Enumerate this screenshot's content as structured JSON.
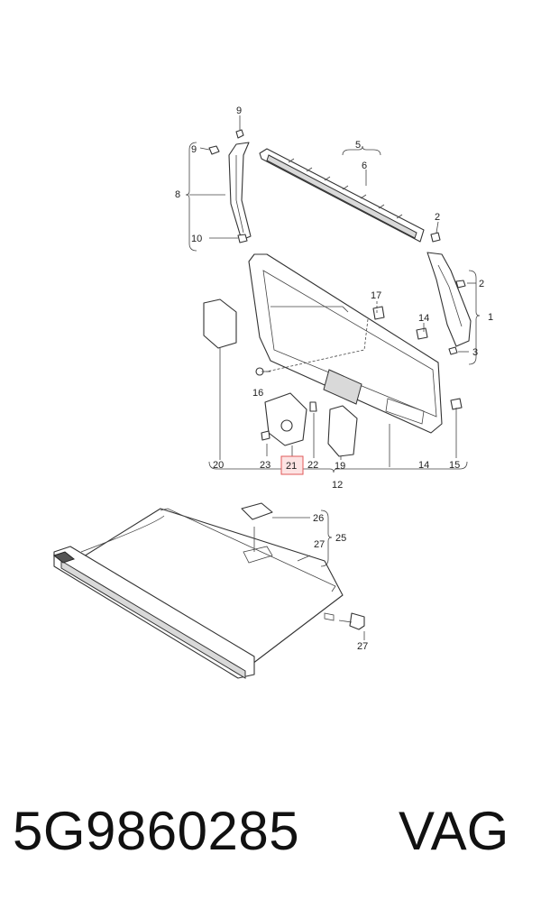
{
  "callouts": {
    "c1": "1",
    "c2a": "2",
    "c2b": "2",
    "c3": "3",
    "c5": "5",
    "c6": "6",
    "c8": "8",
    "c9a": "9",
    "c9b": "9",
    "c10": "10",
    "c12": "12",
    "c14a": "14",
    "c14b": "14",
    "c15": "15",
    "c16": "16",
    "c17": "17",
    "c19": "19",
    "c20": "20",
    "c21": "21",
    "c22": "22",
    "c23": "23",
    "c25": "25",
    "c26": "26",
    "c27a": "27",
    "c27b": "27"
  },
  "highlight_callout": "21",
  "footer": {
    "part_number": "5G9860285",
    "brand": "VAG"
  },
  "colors": {
    "highlight_fill": "#fde3e3",
    "highlight_stroke": "#e05a5a",
    "line": "#333333"
  }
}
